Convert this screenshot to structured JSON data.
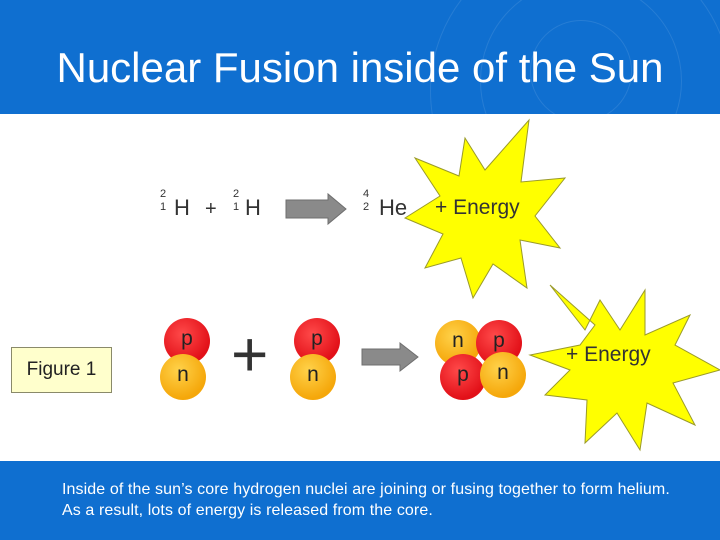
{
  "slide": {
    "title": "Nuclear Fusion inside of the Sun",
    "caption": "Inside of the sun’s core hydrogen nuclei are joining or fusing together to form helium. As a result, lots of energy is released from the core.",
    "figure_label": "Figure 1"
  },
  "equation": {
    "reactant1": {
      "mass": "2",
      "atomic": "1",
      "symbol": "H"
    },
    "plus": "+",
    "reactant2": {
      "mass": "2",
      "atomic": "1",
      "symbol": "H"
    },
    "product": {
      "mass": "4",
      "atomic": "2",
      "symbol": "He"
    },
    "energy": "+ Energy"
  },
  "particles": {
    "deuteron1": [
      "p",
      "n"
    ],
    "plus": "+",
    "deuteron2": [
      "p",
      "n"
    ],
    "helium": [
      "n",
      "p",
      "p",
      "n"
    ],
    "energy": "+ Energy"
  },
  "colors": {
    "header": "#0f6fd0",
    "proton": "#e21018",
    "neutron": "#f5a70a",
    "star": "#ffff00",
    "arrow": "#8a8a8a"
  }
}
